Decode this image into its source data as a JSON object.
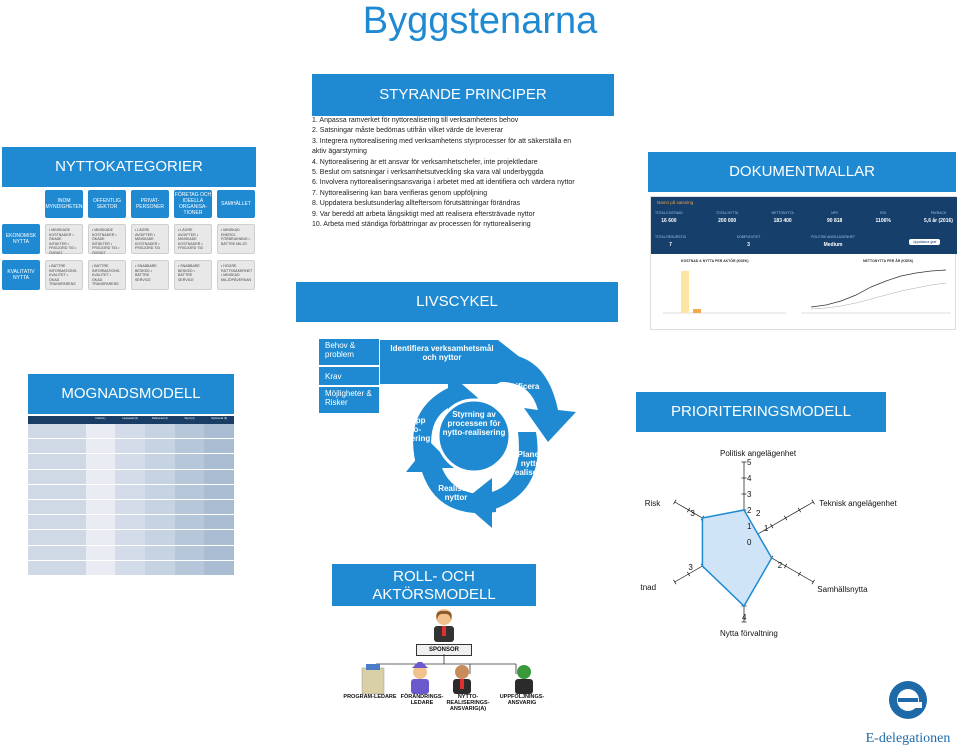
{
  "page": {
    "title": "Byggstenarna"
  },
  "principles": {
    "heading": "STYRANDE PRINCIPER",
    "items": [
      "1.  Anpassa ramverket för nyttorealisering till verksamhetens behov",
      "2.  Satsningar måste bedömas utifrån vilket värde de levererar",
      "3.  Integrera nyttorealisering med verksamhetens styrprocesser för att säkerställa en",
      "     aktiv ägarstyrning",
      "4.  Nyttorealisering är ett ansvar för verksamhetschefer, inte projektledare",
      "5.  Beslut om satsningar i verksamhetsutveckling ska vara väl underbyggda",
      "6.  Involvera nyttorealiseringsansvariga i arbetet med att identifiera och värdera nyttor",
      "7.  Nyttorealisering kan bara verifieras genom uppföljning",
      "8.  Uppdatera beslutsunderlag allteftersom förutsättningar förändras",
      "9.  Var beredd att arbeta långsiktigt med att realisera eftersträvade nyttor",
      "10. Arbeta med ständiga förbättringar av processen för nyttorealisering"
    ]
  },
  "categories": {
    "heading": "NYTTOKATEGORIER",
    "columns": [
      "INOM MYNDIGHETEN",
      "OFFENTLIG SEKTOR",
      "PRIVAT-PERSONER",
      "FÖRETAG OCH IDEELLA ORGANISA-TIONER",
      "SAMHÄLLET"
    ],
    "rows": [
      {
        "label": "EKONOMISK NYTTA",
        "cells": [
          "• MINSKADE KOSTNADER • ÖKADE INTÄKTER • FRIGJORD TID • ÖVRIGT",
          "• MINSKADE KOSTNADER • ÖKADE INTÄKTER • FRIGJORD TID • ÖVRIGT",
          "• LÄGRE AVGIFTER • MINSKADE KOSTNADER • FRIGJORD TID",
          "• LÄGRE AVGIFTER • MINSKADE KOSTNADER • FRIGJORD TID",
          "• MINSKAD ENERGI-FÖRBRUKNING • BÄTTRE MILJÖ"
        ]
      },
      {
        "label": "KVALITATIV NYTTA",
        "cells": [
          "• BÄTTRE INFORMATIONS-KVALITET • ÖKAD TRANSPARENS",
          "• BÄTTRE INFORMATIONS-KVALITET • ÖKAD TRANSPARENS",
          "• SNABBARE BESKED • BÄTTRE SERVICE",
          "• SNABBARE BESKED • BÄTTRE SERVICE",
          "• HÖGRE RÄTTSSÄKERHET • MINSKAD MILJÖPÅVERKAN"
        ]
      }
    ]
  },
  "templates": {
    "heading": "DOKUMENTMALLAR",
    "summary_title": "Namn på satsning",
    "metrics": [
      {
        "label": "TOTAL KOSTNAD",
        "value": "16 600"
      },
      {
        "label": "TOTAL NYTTA",
        "value": "200 000"
      },
      {
        "label": "NETTONYTTA",
        "value": "183 400"
      },
      {
        "label": "NPV",
        "value": "90 818"
      },
      {
        "label": "ROI",
        "value": "1106%"
      },
      {
        "label": "PAYBACK",
        "value": "5,6 år (2016)"
      }
    ],
    "metrics2": [
      {
        "label": "TOTAL RESURSTID",
        "value": "7"
      },
      {
        "label": "KOMPLEXITET",
        "value": "3"
      },
      {
        "label": "POLITISK ANGELÄGENHET",
        "value": "Medium"
      }
    ],
    "chart1_title": "KOSTNAD & NYTTA PER AKTÖR (KSEK)",
    "chart2_title": "NETTONYTTA PER ÅR (KSEK)",
    "button_label": "Uppdatera graf"
  },
  "lifecycle": {
    "heading": "LIVSCYKEL",
    "boxes": [
      "Behov & problem",
      "Krav",
      "Möjligheter & Risker"
    ],
    "steps": {
      "identify": "Identifiera verksamhetsmål och nyttor",
      "specify": "Specificera nyttor",
      "plan": "Planera nytto-realisering",
      "realize": "Realisera nyttor",
      "follow": "Följ upp nytto-realisering",
      "center": "Styrning av processen för nytto-realisering"
    }
  },
  "maturity": {
    "heading": "MOGNADSMODELL",
    "columns": [
      "",
      "Initial (1)",
      "Upprepad (2)",
      "Definierad (3)",
      "Styrd (4)",
      "Optimerad (5)"
    ],
    "rows": 10
  },
  "priority": {
    "heading": "PRIORITERINGSMODELL",
    "axes": [
      {
        "label": "Politisk angelägenhet",
        "value": 2
      },
      {
        "label": "Teknisk angelägenhet",
        "value": 1
      },
      {
        "label": "Samhällsnytta",
        "value": 2
      },
      {
        "label": "Nytta förvaltning",
        "value": 4
      },
      {
        "label": "Kostnad",
        "value": 3
      },
      {
        "label": "Risk",
        "value": 3
      }
    ],
    "ticks": [
      "0",
      "1",
      "2",
      "3",
      "4",
      "5"
    ],
    "value_labels": [
      "2",
      "1",
      "2",
      "4",
      "3",
      "3"
    ]
  },
  "roles": {
    "heading": "ROLL- OCH AKTÖRSMODELL",
    "sponsor": "SPONSOR",
    "actors": [
      "PROGRAM-LEDARE",
      "FÖRÄNDRINGS-LEDARE",
      "NYTTO-REALISERINGS-ANSVARIG(A)",
      "UPPFÖLJNINGS-ANSVARIG"
    ]
  },
  "logo": {
    "text": "E-delegationen"
  },
  "colors": {
    "brand_blue": "#1f8ad1",
    "dark_blue": "#0d5f95",
    "logo_blue": "#1e6aa8"
  }
}
